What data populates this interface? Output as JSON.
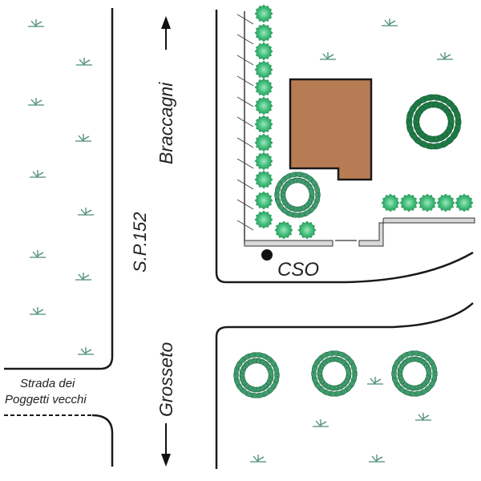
{
  "map": {
    "title": "Site plan - CSO location",
    "colors": {
      "road_line": "#1a1a1a",
      "grass": "#4a8a78",
      "hedge": "#3fbf7a",
      "hedge_dark": "#2a9a5c",
      "tree_light": "#3f9c6c",
      "tree_dark": "#1f7a45",
      "building": "#b87c54",
      "wall_fill": "#d8d8d8",
      "cso_marker": "#111111"
    },
    "labels": {
      "braccagni": "Braccagni",
      "sp152": "S.P.152",
      "grosseto": "Grosseto",
      "strada_line1": "Strada dei",
      "strada_line2": "Poggetti vecchi",
      "cso": "CSO"
    },
    "directions": {
      "braccagni": "north",
      "grosseto": "south"
    },
    "features": {
      "building": "building",
      "cso_point": "CSO",
      "hedge_count_vertical": 12,
      "hedge_count_horizontal": 5,
      "hedge_count_bottom": 2,
      "large_trees_south": 3
    }
  }
}
